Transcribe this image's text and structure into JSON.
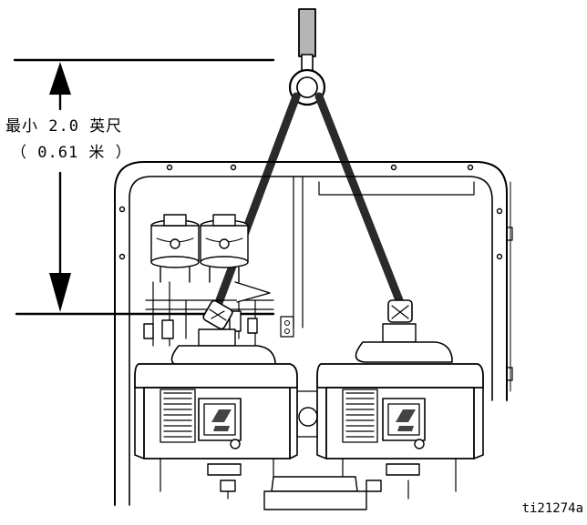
{
  "dimension": {
    "line1": "最小 2.0 英尺",
    "line2": "（ 0.61 米 ）"
  },
  "figure_id": "ti21274a",
  "components": {
    "brand_logo_icon": "graco-logo-icon"
  }
}
